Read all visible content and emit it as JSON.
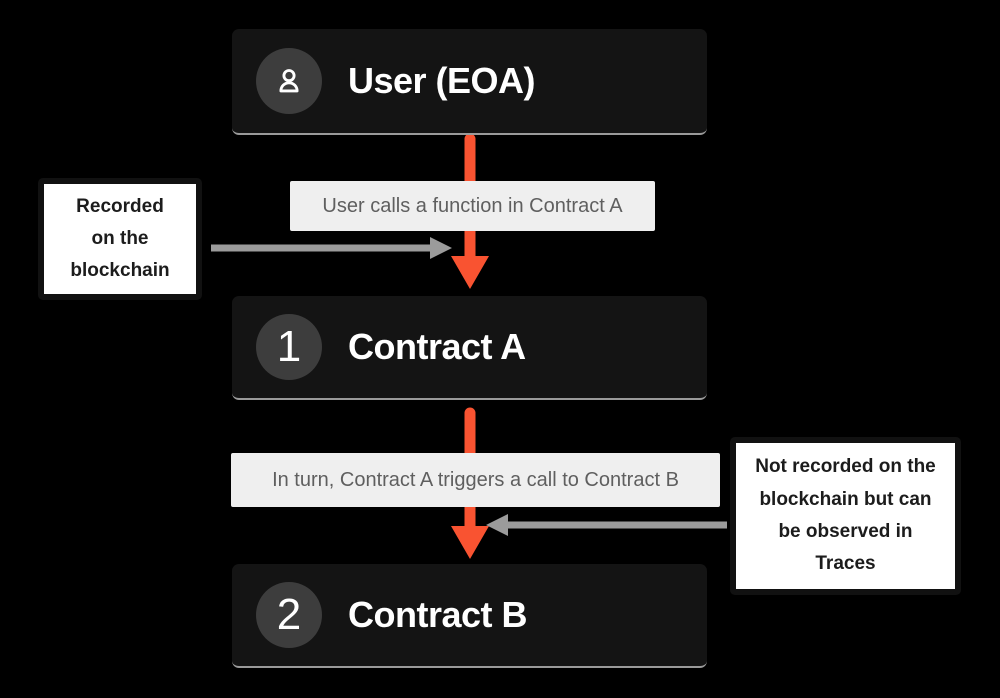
{
  "colors": {
    "background": "#000000",
    "node_bg": "#141414",
    "node_text": "#ffffff",
    "badge_bg": "#3d3d3d",
    "edge_label_bg": "#efefef",
    "edge_label_text": "#5f5f5f",
    "arrow_orange": "#F95331",
    "arrow_gray": "#9b9b9b",
    "note_bg": "#ffffff",
    "note_border": "#111111"
  },
  "nodes": {
    "user": {
      "title": "User (EOA)",
      "icon": "person-icon"
    },
    "contract_a": {
      "title": "Contract A",
      "badge": "1"
    },
    "contract_b": {
      "title": "Contract B",
      "badge": "2"
    }
  },
  "edge_labels": {
    "user_to_a": "User calls a function in Contract A",
    "a_to_b": "In turn, Contract A triggers a call to Contract B"
  },
  "notes": {
    "left": "Recorded\non the\nblockchain",
    "right": "Not recorded on the\nblockchain but can\nbe observed in\nTraces"
  }
}
